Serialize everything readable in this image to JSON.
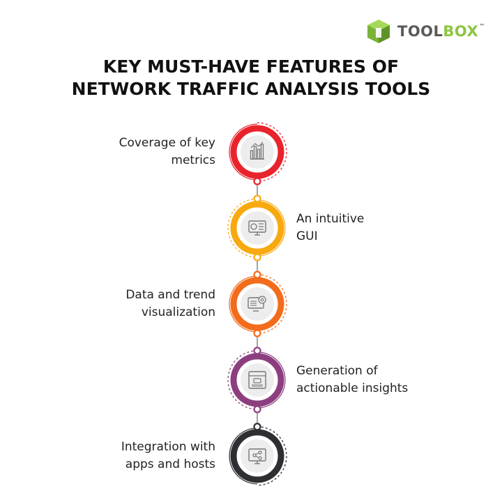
{
  "brand": {
    "name_part1": "TOOL",
    "name_part2": "BOX",
    "trademark": "™",
    "colors": {
      "gray": "#5a5a5a",
      "green": "#8cc63f"
    }
  },
  "title": {
    "line1": "KEY MUST-HAVE FEATURES OF",
    "line2": "NETWORK TRAFFIC ANALYSIS TOOLS"
  },
  "features": [
    {
      "line1": "Coverage of key",
      "line2": "metrics",
      "side": "left",
      "color": "#e8232b",
      "icon": "bar-chart-icon"
    },
    {
      "line1": "An intuitive",
      "line2": "GUI",
      "side": "right",
      "color": "#f7a90f",
      "icon": "monitor-dashboard-icon"
    },
    {
      "line1": "Data and trend",
      "line2": "visualization",
      "side": "left",
      "color": "#f26c1c",
      "icon": "monitor-gear-icon"
    },
    {
      "line1": "Generation of",
      "line2": "actionable insights",
      "side": "right",
      "color": "#8c3f7f",
      "icon": "browser-window-icon"
    },
    {
      "line1": "Integration with",
      "line2": "apps and hosts",
      "side": "left",
      "color": "#2e2f33",
      "icon": "monitor-share-icon"
    }
  ]
}
